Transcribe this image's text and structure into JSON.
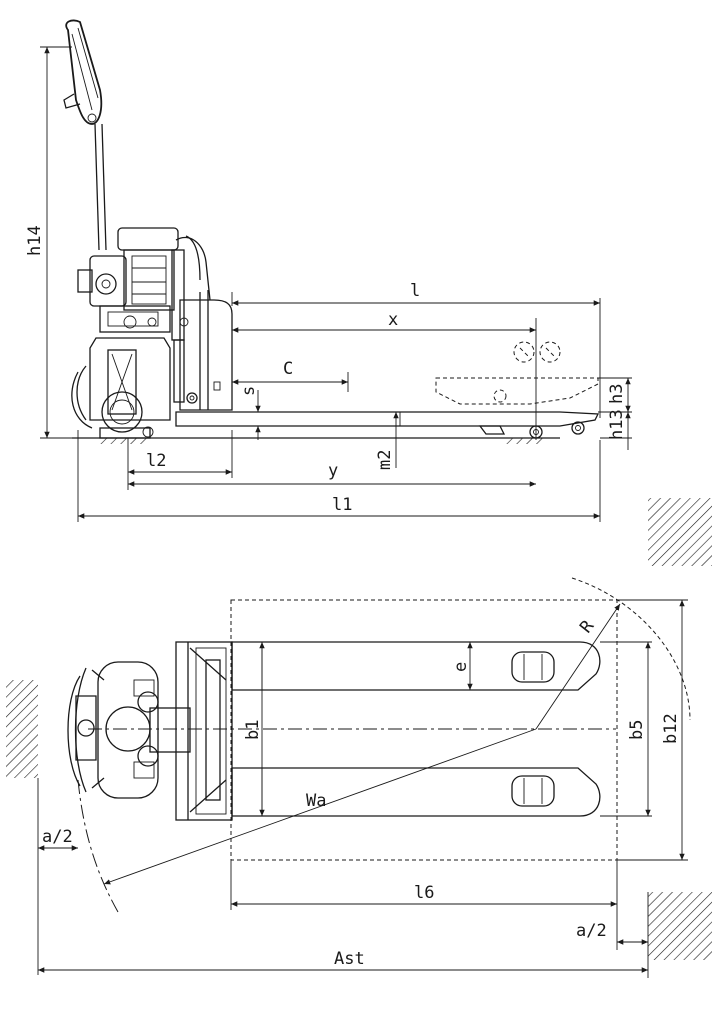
{
  "labels": {
    "h14": "h14",
    "l": "l",
    "x": "x",
    "c": "C",
    "s": "s",
    "h3": "h3",
    "h13": "h13",
    "m2": "m2",
    "l2": "l2",
    "y": "y",
    "l1": "l1",
    "r": "R",
    "e": "e",
    "b1": "b1",
    "b5": "b5",
    "b12": "b12",
    "wa": "Wa",
    "a_half_left": "a/2",
    "l6": "l6",
    "a_half_right": "a/2",
    "ast": "Ast"
  }
}
